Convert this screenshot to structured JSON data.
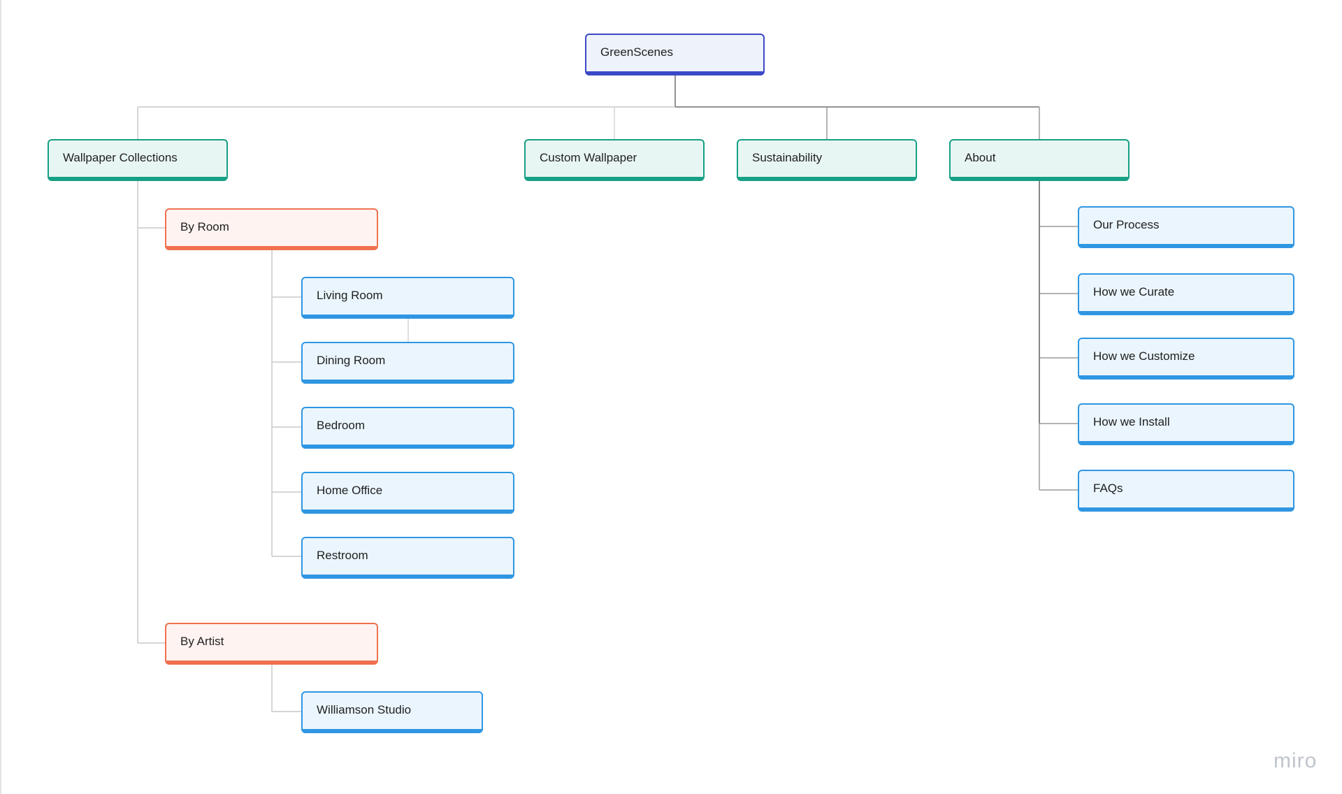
{
  "diagram": {
    "root": "GreenScenes",
    "sections": {
      "wallpaper_collections": "Wallpaper Collections",
      "custom_wallpaper": "Custom Wallpaper",
      "sustainability": "Sustainability",
      "about": "About"
    },
    "by_room": {
      "label": "By Room",
      "children": [
        "Living Room",
        "Dining Room",
        "Bedroom",
        "Home Office",
        "Restroom"
      ]
    },
    "by_artist": {
      "label": "By Artist",
      "children": [
        "Williamson Studio"
      ]
    },
    "about_pages": [
      "Our Process",
      "How we Curate",
      "How we Customize",
      "How we Install",
      "FAQs"
    ]
  },
  "watermark": "miro",
  "colors": {
    "root_border": "#3b49c6",
    "section_border": "#16a085",
    "group_border": "#f0714f",
    "page_border": "#2f96e2",
    "connector": "#c9c9c9"
  }
}
